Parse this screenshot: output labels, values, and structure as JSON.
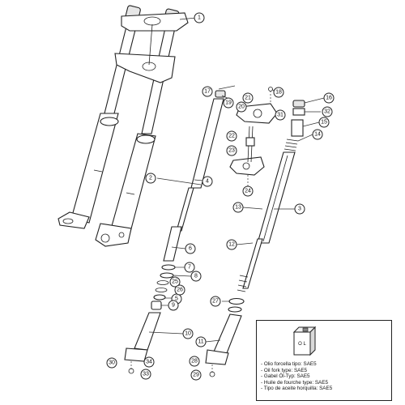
{
  "callouts": [
    {
      "id": "c1",
      "label": "1"
    },
    {
      "id": "c2",
      "label": "2"
    },
    {
      "id": "c3",
      "label": "3"
    },
    {
      "id": "c4",
      "label": "4"
    },
    {
      "id": "c5",
      "label": "5"
    },
    {
      "id": "c6",
      "label": "6"
    },
    {
      "id": "c7",
      "label": "7"
    },
    {
      "id": "c8",
      "label": "8"
    },
    {
      "id": "c9",
      "label": "9"
    },
    {
      "id": "c10",
      "label": "10"
    },
    {
      "id": "c11",
      "label": "11"
    },
    {
      "id": "c12",
      "label": "12"
    },
    {
      "id": "c13",
      "label": "13"
    },
    {
      "id": "c14",
      "label": "14"
    },
    {
      "id": "c15",
      "label": "15"
    },
    {
      "id": "c16",
      "label": "16"
    },
    {
      "id": "c17a",
      "label": "17"
    },
    {
      "id": "c17b",
      "label": "17"
    },
    {
      "id": "c18",
      "label": "18"
    },
    {
      "id": "c19",
      "label": "19"
    },
    {
      "id": "c20",
      "label": "20"
    },
    {
      "id": "c21",
      "label": "21"
    },
    {
      "id": "c22",
      "label": "22"
    },
    {
      "id": "c23",
      "label": "23"
    },
    {
      "id": "c24",
      "label": "24"
    },
    {
      "id": "c25",
      "label": "25"
    },
    {
      "id": "c26",
      "label": "26"
    },
    {
      "id": "c27",
      "label": "27"
    },
    {
      "id": "c28",
      "label": "28"
    },
    {
      "id": "c29",
      "label": "29"
    },
    {
      "id": "c30",
      "label": "30"
    },
    {
      "id": "c31",
      "label": "31"
    },
    {
      "id": "c32",
      "label": "32"
    },
    {
      "id": "c33",
      "label": "33"
    },
    {
      "id": "c34",
      "label": "34"
    }
  ],
  "legend": {
    "can_label": "O L",
    "lines": [
      "- Olio forcella tipo: SAE5",
      "- Oil fork type: SAE5",
      "- Gabel Öl-Typ: SAE5",
      "- Huile de fourche type: SAE5",
      "- Tipo de aceite horquilla: SAE5"
    ]
  }
}
